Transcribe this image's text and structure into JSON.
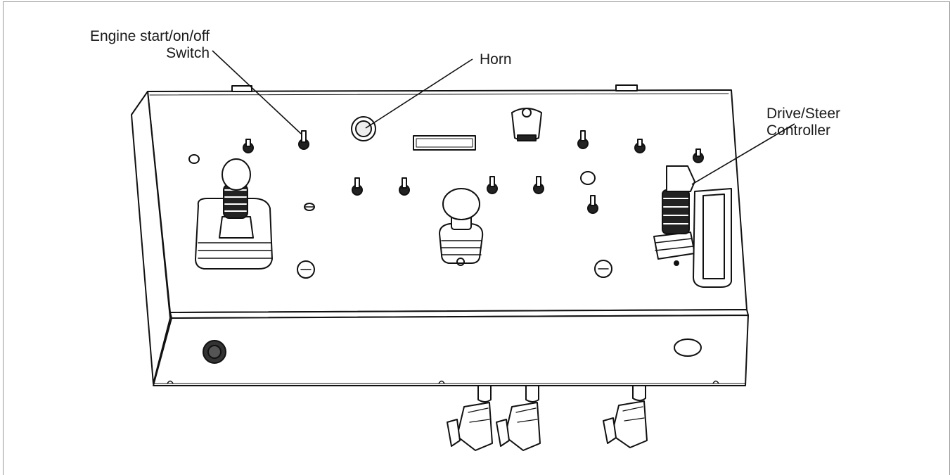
{
  "callouts": {
    "engine_switch": {
      "line1": "Engine start/on/off",
      "line2": "Switch"
    },
    "horn": {
      "label": "Horn"
    },
    "drive_steer": {
      "line1": "Drive/Steer",
      "line2": "Controller"
    }
  }
}
